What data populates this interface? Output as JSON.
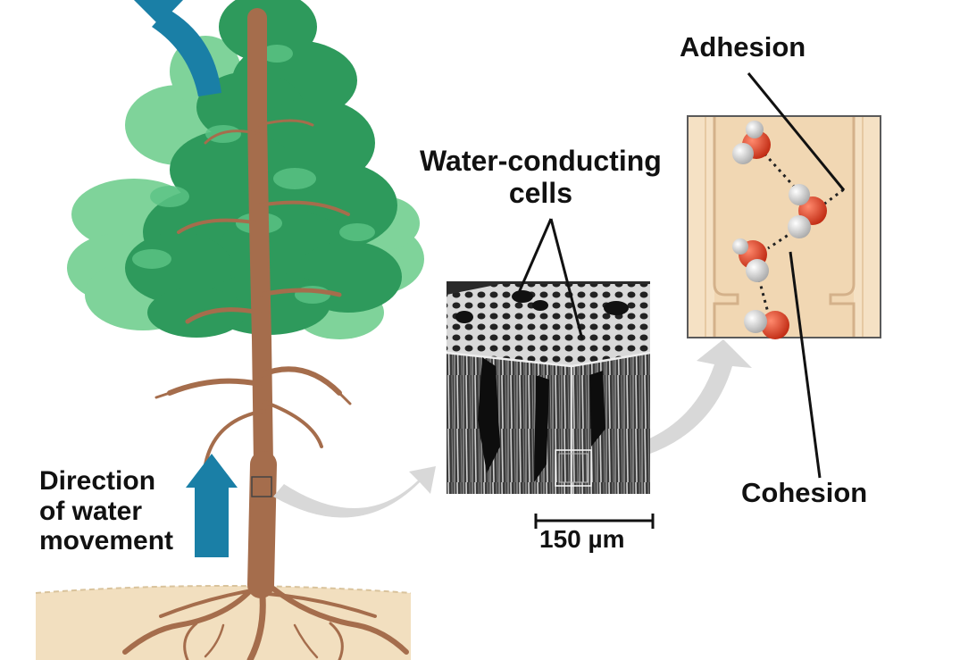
{
  "labels": {
    "direction": [
      "Direction",
      "of water",
      "movement"
    ],
    "water_conducting_cells": [
      "Water-conducting",
      "cells"
    ],
    "adhesion": "Adhesion",
    "cohesion": "Cohesion",
    "scale_bar": "150 µm"
  },
  "colors": {
    "foliage_dark": "#2e9a5c",
    "foliage_light": "#7fd39a",
    "trunk": "#a56d4c",
    "ground": "#f2dfbf",
    "arrow_blue": "#1a7fa6",
    "arrow_gray": "#d8d8d8",
    "vessel_bg": "#f1d7b3",
    "oxygen": "#d9341e",
    "hydrogen": "#cfcfcf"
  },
  "icons": {
    "tree": "tree-illustration",
    "sem": "sem-micrograph",
    "molecule": "water-molecule"
  }
}
